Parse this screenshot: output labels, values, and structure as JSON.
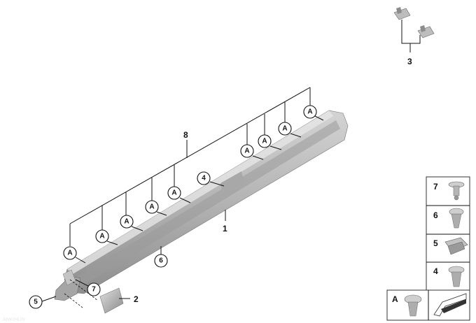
{
  "callout_letter": "A",
  "labels": {
    "main_sill": "1",
    "end_cap": "2",
    "clip_set": "3",
    "bracket": "8"
  },
  "circled": {
    "clip_4": "4",
    "clip_5": "5",
    "clip_6": "6",
    "clip_7": "7"
  },
  "legend": {
    "items": [
      {
        "label": "7"
      },
      {
        "label": "6"
      },
      {
        "label": "5"
      },
      {
        "label": "4"
      }
    ],
    "bottom_label": "A"
  },
  "watermark": "ANKIHUN"
}
